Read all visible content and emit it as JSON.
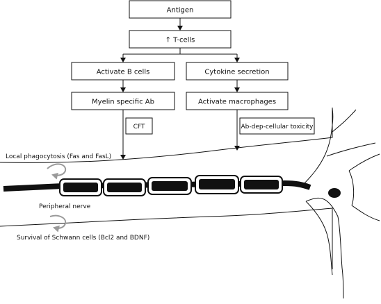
{
  "boxes": {
    "antigen": "Antigen",
    "tcells": "↑ T-cells",
    "activate_b": "Activate B cells",
    "cytokine": "Cytokine secretion",
    "myelin_ab": "Myelin specific Ab",
    "macrophages": "Activate macrophages",
    "cft": "CFT",
    "ab_dep": "Ab-dep-cellular toxicity"
  },
  "labels": {
    "local_phago": "Local phagocytosis (Fas and FasL)",
    "peripheral_nerve": "Peripheral nerve",
    "survival": "Survival of Schwann cells (Bcl2 and BDNF)"
  },
  "colors": {
    "line": "#111111",
    "curved_arrow": "#9a9a9a"
  }
}
